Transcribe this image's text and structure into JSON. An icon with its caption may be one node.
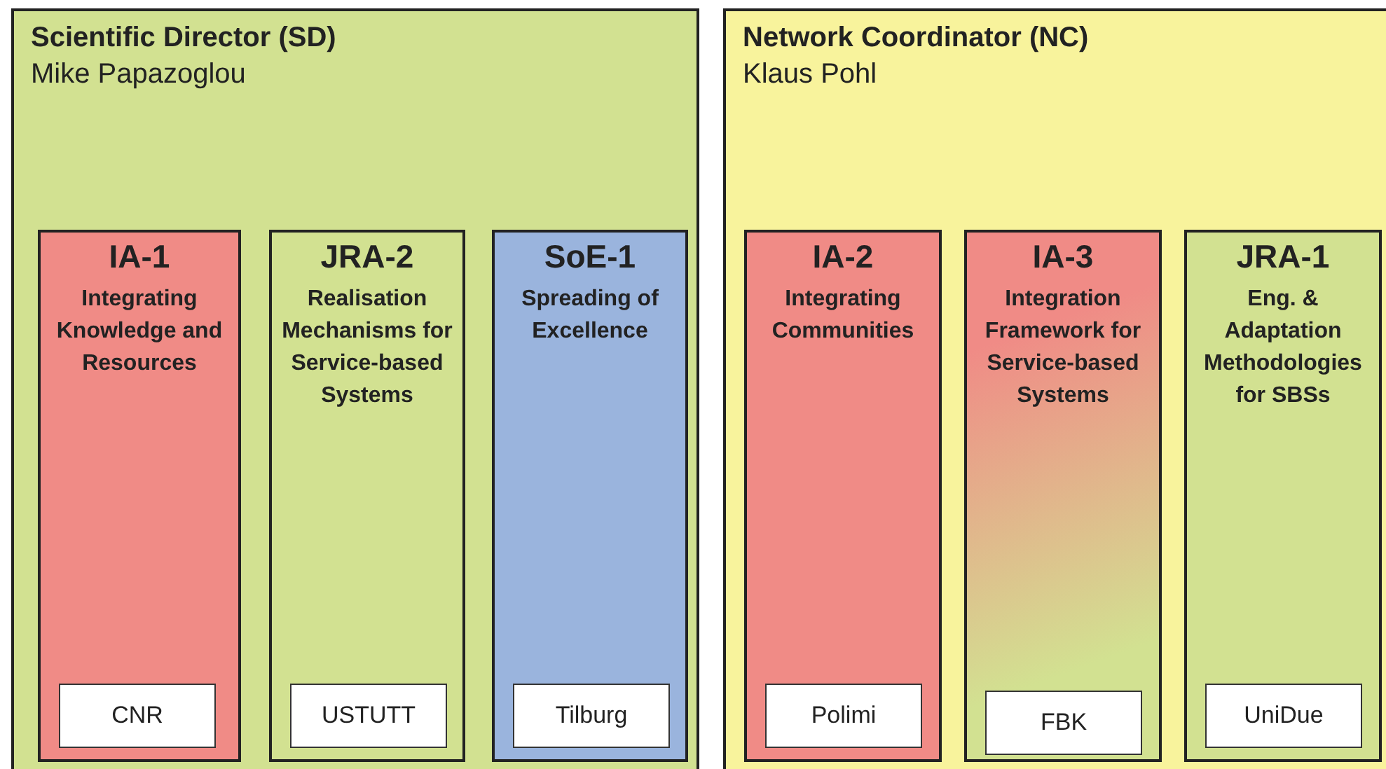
{
  "diagram": {
    "nodes": [
      {
        "text": [
          "Scientific Director (SD)",
          "Mike Papazoglou"
        ]
      },
      {
        "text": [
          "IA-1",
          "Integrating Knowledge and Resources"
        ],
        "in": 0
      },
      {
        "text": [
          "CNR"
        ],
        "in": 1
      },
      {
        "text": [
          "JRA-2",
          "Realisation Mechanisms for Service-based Systems"
        ],
        "in": 0
      },
      {
        "text": [
          "USTUTT"
        ],
        "in": 3
      },
      {
        "text": [
          "SoE-1",
          "Spreading of Excellence"
        ],
        "in": 0
      },
      {
        "text": [
          "Tilburg"
        ],
        "in": 5
      },
      {
        "text": [
          "Network Coordinator (NC)",
          "Klaus Pohl"
        ]
      },
      {
        "text": [
          "IA-2",
          "Integrating Communities"
        ],
        "in": 7
      },
      {
        "text": [
          "Polimi"
        ],
        "in": 8
      },
      {
        "text": [
          "IA-3",
          "Integration Framework for Service-based Systems"
        ],
        "in": 7
      },
      {
        "text": [
          "FBK"
        ],
        "in": 10
      },
      {
        "text": [
          "JRA-1",
          "Eng. & Adaptation Methodologies for SBSs"
        ],
        "in": 7
      },
      {
        "text": [
          "UniDue"
        ],
        "in": 12
      }
    ]
  }
}
